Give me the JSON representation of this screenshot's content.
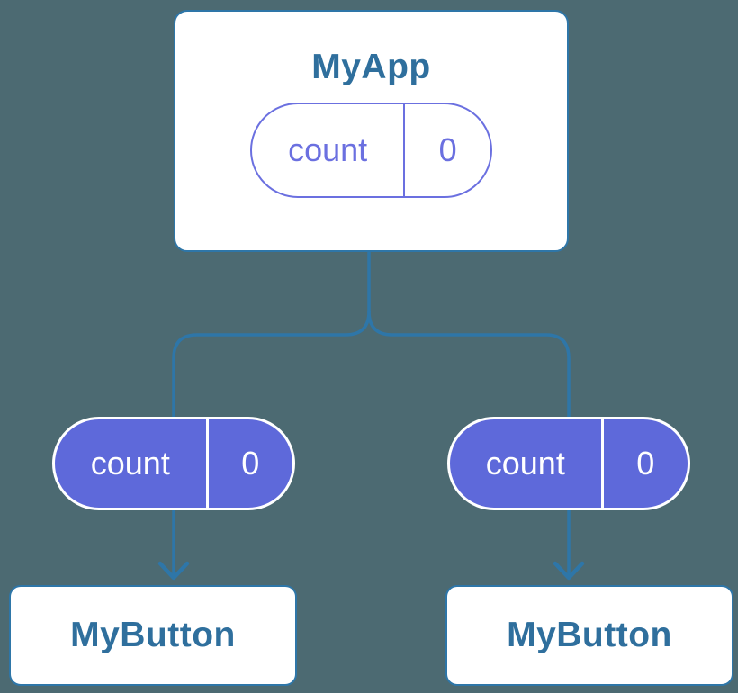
{
  "diagram": {
    "root": {
      "title": "MyApp",
      "state": {
        "name": "count",
        "value": "0"
      }
    },
    "props": [
      {
        "name": "count",
        "value": "0"
      },
      {
        "name": "count",
        "value": "0"
      }
    ],
    "children": [
      {
        "title": "MyButton"
      },
      {
        "title": "MyButton"
      }
    ]
  },
  "colors": {
    "background": "#4c6a72",
    "line": "#2e76a8",
    "node_fill": "#ffffff",
    "node_title": "#2f6f9d",
    "pill_outline": "#6b70e0",
    "pill_purple": "#5e69da",
    "pill_text_on_purple": "#ffffff"
  }
}
